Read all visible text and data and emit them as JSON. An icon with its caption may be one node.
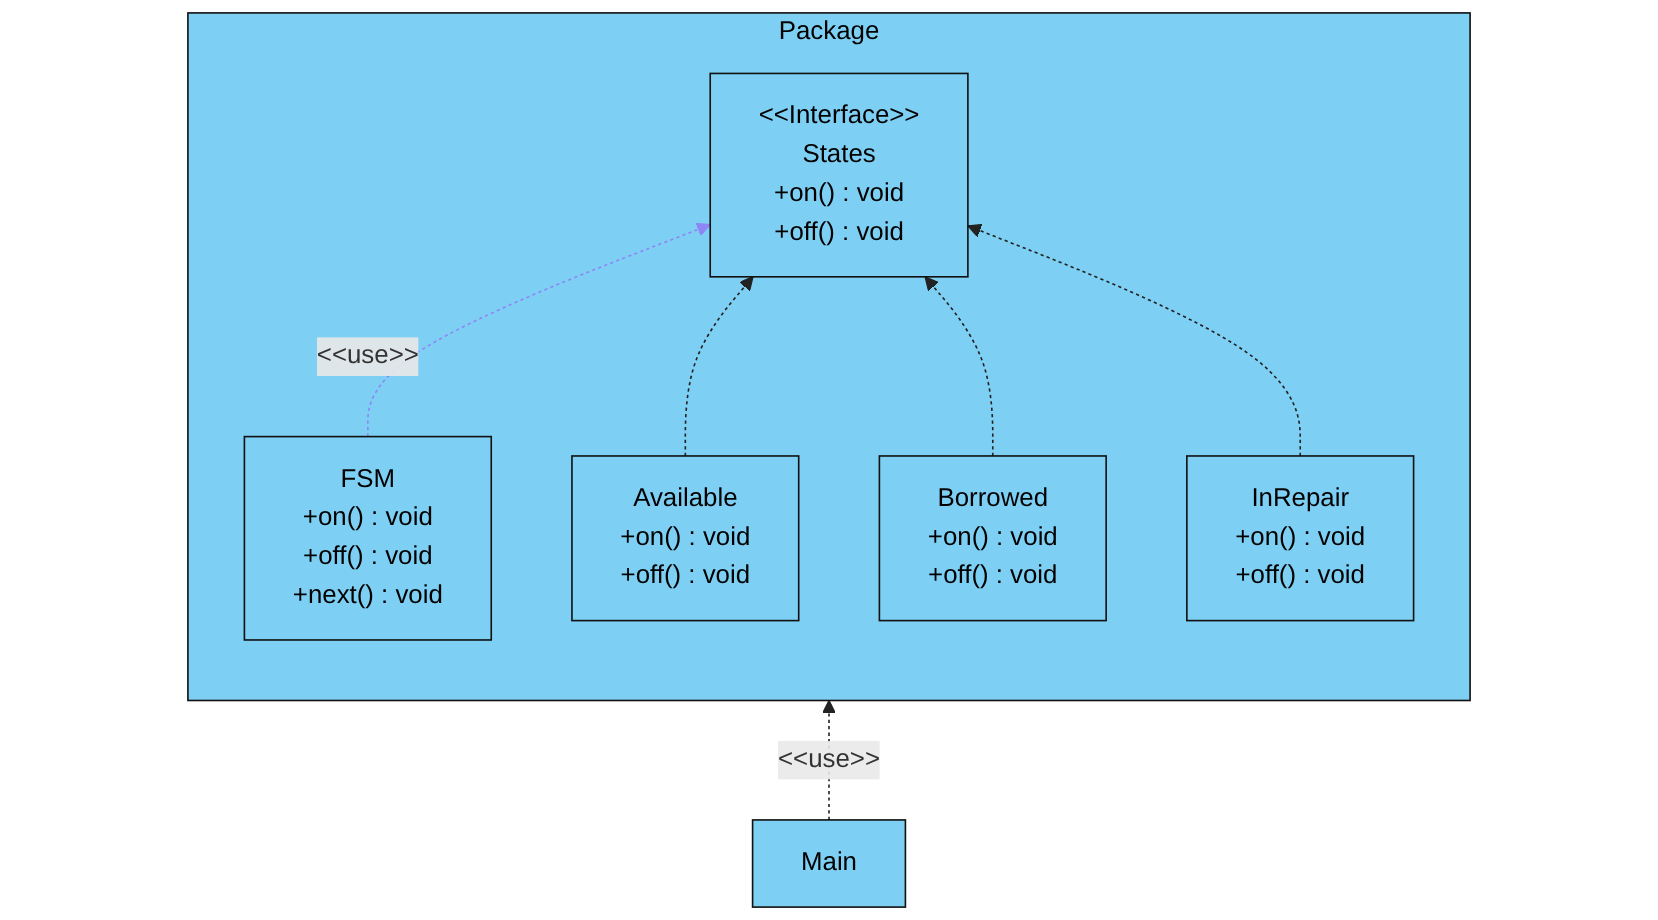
{
  "diagram": {
    "nodes": [
      {
        "text": [
          "Package"
        ]
      },
      {
        "text": [
          "<<Interface>>",
          "States",
          "+on() : void",
          "+off() : void"
        ],
        "in": 0
      },
      {
        "text": [
          "FSM",
          "+on() : void",
          "+off() : void",
          "+next() : void"
        ],
        "in": 0
      },
      {
        "text": [
          "Available",
          "+on() : void",
          "+off() : void"
        ],
        "in": 0
      },
      {
        "text": [
          "Borrowed",
          "+on() : void",
          "+off() : void"
        ],
        "in": 0
      },
      {
        "text": [
          "InRepair",
          "+on() : void",
          "+off() : void"
        ],
        "in": 0
      },
      {
        "text": [
          "Main"
        ]
      }
    ],
    "edges": [
      {
        "from": 2,
        "to": 1,
        "arrow": "to",
        "label": "<<use>>",
        "style": "dashed",
        "color": "#8f86f5"
      },
      {
        "from": 3,
        "to": 1,
        "arrow": "to",
        "style": "dashed"
      },
      {
        "from": 4,
        "to": 1,
        "arrow": "to",
        "style": "dashed"
      },
      {
        "from": 5,
        "to": 1,
        "arrow": "to",
        "style": "dashed"
      },
      {
        "from": 6,
        "to": 0,
        "arrow": "to",
        "label": "<<use>>",
        "style": "dashed"
      }
    ]
  }
}
